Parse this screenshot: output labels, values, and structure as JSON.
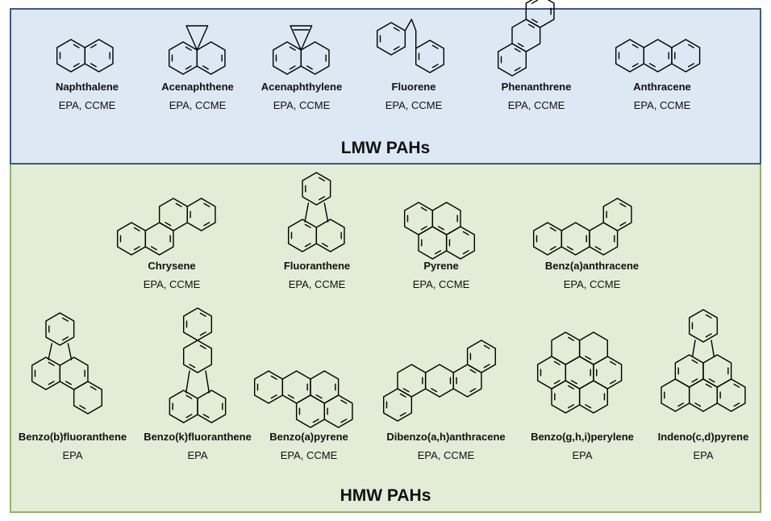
{
  "groups": [
    {
      "title": "LMW PAHs",
      "compounds": [
        {
          "name": "Naphthalene",
          "lists": "EPA, CCME",
          "icon": "naphthalene-structure"
        },
        {
          "name": "Acenaphthene",
          "lists": "EPA, CCME",
          "icon": "acenaphthene-structure"
        },
        {
          "name": "Acenaphthylene",
          "lists": "EPA, CCME",
          "icon": "acenaphthylene-structure"
        },
        {
          "name": "Fluorene",
          "lists": "EPA, CCME",
          "icon": "fluorene-structure"
        },
        {
          "name": "Phenanthrene",
          "lists": "EPA, CCME",
          "icon": "phenanthrene-structure"
        },
        {
          "name": "Anthracene",
          "lists": "EPA, CCME",
          "icon": "anthracene-structure"
        }
      ]
    },
    {
      "title": "HMW PAHs",
      "compounds": [
        {
          "name": "Chrysene",
          "lists": "EPA, CCME",
          "icon": "chrysene-structure"
        },
        {
          "name": "Fluoranthene",
          "lists": "EPA, CCME",
          "icon": "fluoranthene-structure"
        },
        {
          "name": "Pyrene",
          "lists": "EPA, CCME",
          "icon": "pyrene-structure"
        },
        {
          "name": "Benz(a)anthracene",
          "lists": "EPA, CCME",
          "icon": "benz-a-anthracene-structure"
        },
        {
          "name": "Benzo(b)fluoranthene",
          "lists": "EPA",
          "icon": "benzo-b-fluoranthene-structure"
        },
        {
          "name": "Benzo(k)fluoranthene",
          "lists": "EPA",
          "icon": "benzo-k-fluoranthene-structure"
        },
        {
          "name": "Benzo(a)pyrene",
          "lists": "EPA, CCME",
          "icon": "benzo-a-pyrene-structure"
        },
        {
          "name": "Dibenzo(a,h)anthracene",
          "lists": "EPA, CCME",
          "icon": "dibenzo-a-h-anthracene-structure"
        },
        {
          "name": "Benzo(g,h,i)perylene",
          "lists": "EPA",
          "icon": "benzo-g-h-i-perylene-structure"
        },
        {
          "name": "Indeno(c,d)pyrene",
          "lists": "EPA",
          "icon": "indeno-c-d-pyrene-structure"
        }
      ]
    }
  ],
  "colors": {
    "lmw_fill": "#dce8f4",
    "lmw_border": "#3d5a80",
    "hmw_fill": "#e3ecd6",
    "hmw_border": "#8fb36b"
  }
}
